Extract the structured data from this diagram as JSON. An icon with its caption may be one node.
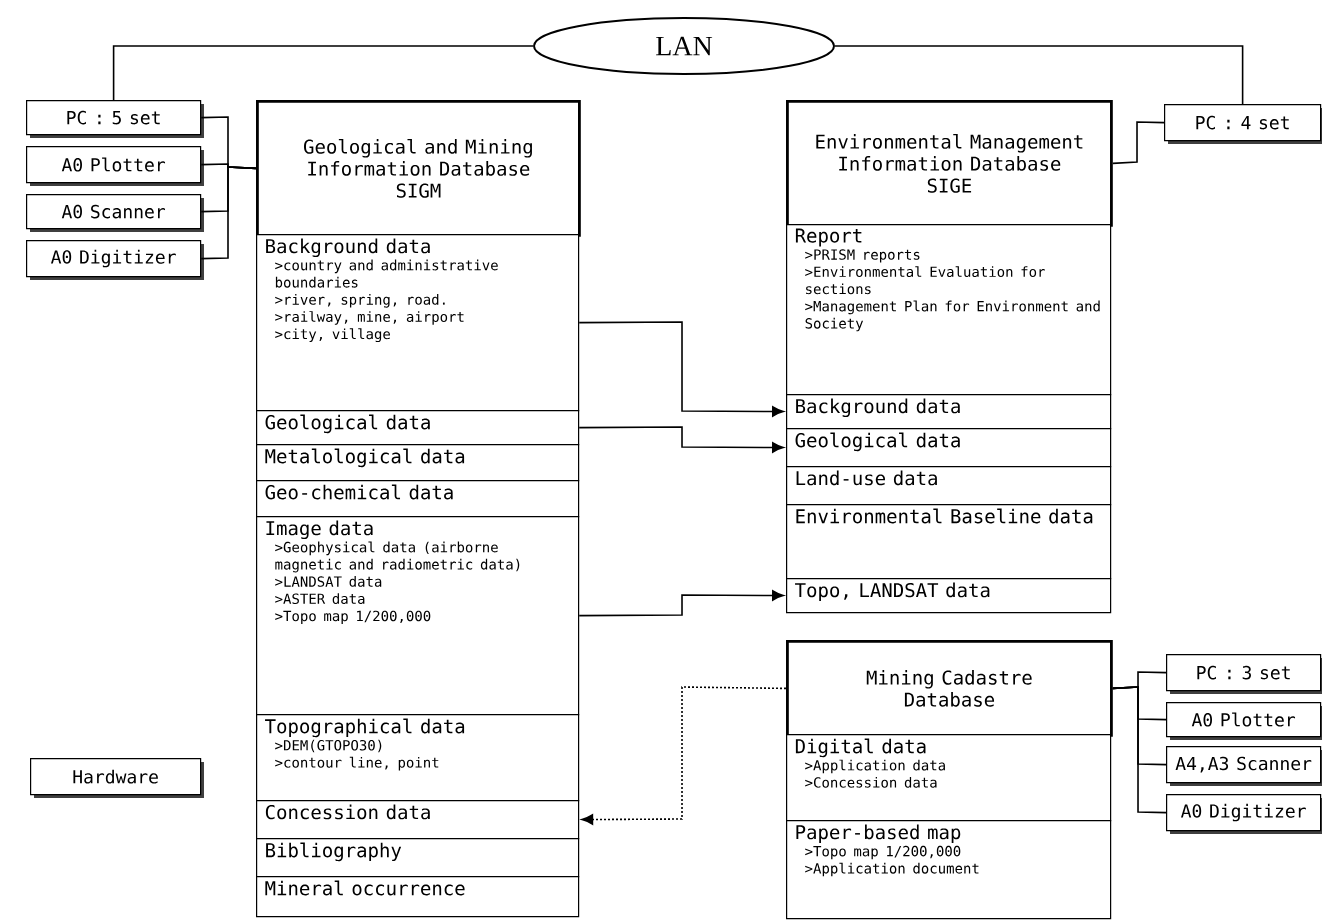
{
  "diagram": {
    "nodes": [
      {
        "text": [
          "LAN"
        ]
      },
      {
        "text": [
          "PC : 5 set"
        ]
      },
      {
        "text": [
          "A0 Plotter"
        ]
      },
      {
        "text": [
          "A0 Scanner"
        ]
      },
      {
        "text": [
          "A0 Digitizer"
        ]
      },
      {
        "text": [
          "Geological and Mining Information Database",
          "SIGM"
        ]
      },
      {
        "text": [
          "Background data",
          ">country and administrative boundaries",
          ">river, spring, road.",
          ">railway, mine, airport",
          ">city, village"
        ]
      },
      {
        "text": [
          "Geological data"
        ]
      },
      {
        "text": [
          "Metalological data"
        ]
      },
      {
        "text": [
          "Geo-chemical data"
        ]
      },
      {
        "text": [
          "Image data",
          ">Geophysical data (airborne magnetic and radiometric data)",
          ">LANDSAT data",
          ">ASTER data",
          ">Topo map 1/200,000"
        ]
      },
      {
        "text": [
          "Topographical data",
          ">DEM(GTOPO30)",
          ">contour line, point"
        ]
      },
      {
        "text": [
          "Concession data"
        ]
      },
      {
        "text": [
          "Bibliography"
        ]
      },
      {
        "text": [
          "Mineral occurrence"
        ]
      },
      {
        "text": [
          "Environmental Management Information Database",
          "SIGE"
        ]
      },
      {
        "text": [
          "PC : 4 set"
        ]
      },
      {
        "text": [
          "Report",
          ">PRISM reports",
          ">Environmental Evaluation for sections",
          ">Management Plan for Environment and Society"
        ]
      },
      {
        "text": [
          "Background data"
        ]
      },
      {
        "text": [
          "Geological data"
        ]
      },
      {
        "text": [
          "Land-use data"
        ]
      },
      {
        "text": [
          "Environmental Baseline data"
        ]
      },
      {
        "text": [
          "Topo, LANDSAT data"
        ]
      },
      {
        "text": [
          "Mining Cadastre Database"
        ]
      },
      {
        "text": [
          "Digital data",
          ">Application data",
          ">Concession data"
        ]
      },
      {
        "text": [
          "Paper-based map",
          ">Topo map 1/200,000",
          ">Application document"
        ]
      },
      {
        "text": [
          "PC : 3 set"
        ]
      },
      {
        "text": [
          "A0 Plotter"
        ]
      },
      {
        "text": [
          "A4,A3 Scanner"
        ]
      },
      {
        "text": [
          "A0 Digitizer"
        ]
      },
      {
        "text": [
          "Hardware"
        ]
      }
    ],
    "edges": [
      {
        "from": 0,
        "to": 1,
        "arrow": "none"
      },
      {
        "from": 0,
        "to": 16,
        "arrow": "none"
      },
      {
        "from": 1,
        "to": 5,
        "arrow": "none"
      },
      {
        "from": 2,
        "to": 5,
        "arrow": "none"
      },
      {
        "from": 3,
        "to": 5,
        "arrow": "none"
      },
      {
        "from": 4,
        "to": 5,
        "arrow": "none"
      },
      {
        "from": 16,
        "to": 15,
        "arrow": "none"
      },
      {
        "from": 26,
        "to": 23,
        "arrow": "none"
      },
      {
        "from": 27,
        "to": 23,
        "arrow": "none"
      },
      {
        "from": 28,
        "to": 23,
        "arrow": "none"
      },
      {
        "from": 29,
        "to": 23,
        "arrow": "none"
      },
      {
        "from": 6,
        "to": 18,
        "arrow": "to"
      },
      {
        "from": 7,
        "to": 19,
        "arrow": "to"
      },
      {
        "from": 10,
        "to": 22,
        "arrow": "to"
      },
      {
        "from": 23,
        "to": 12,
        "arrow": "to",
        "style": "dashed"
      }
    ]
  }
}
